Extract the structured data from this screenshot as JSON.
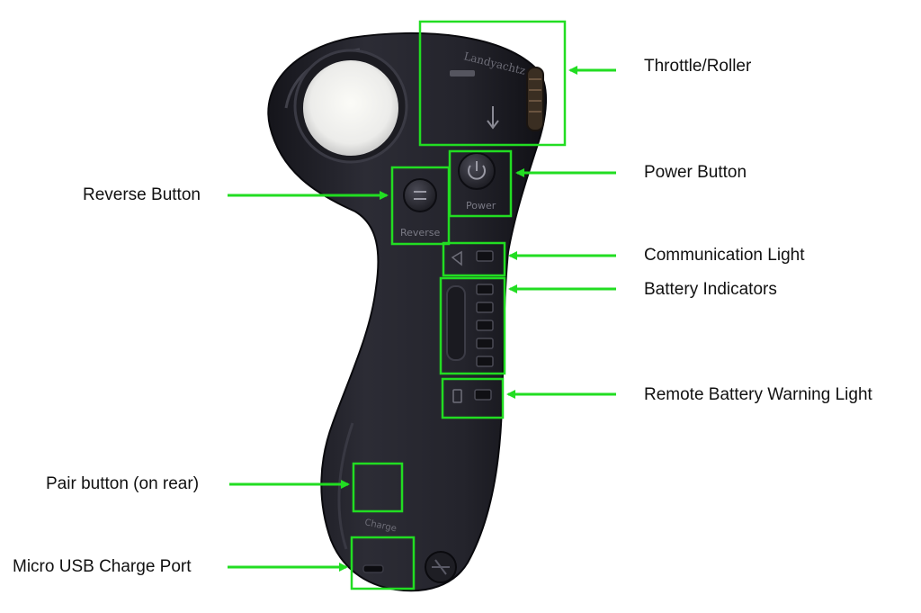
{
  "diagram": {
    "accent_color": "#22dd22",
    "device_color": "#2b2b33",
    "labels": {
      "throttle": "Throttle/Roller",
      "power": "Power Button",
      "reverse": "Reverse Button",
      "communication": "Communication Light",
      "battery": "Battery Indicators",
      "remote_warning": "Remote Battery Warning Light",
      "pair": "Pair button (on rear)",
      "usb": "Micro USB Charge Port"
    },
    "device_text": {
      "logo": "Landyachtz",
      "power_text": "Power",
      "reverse_text": "Reverse",
      "charge_text": "Charge"
    },
    "icons": [
      "power-icon",
      "reverse-icon",
      "signal-icon",
      "battery-icon"
    ]
  }
}
